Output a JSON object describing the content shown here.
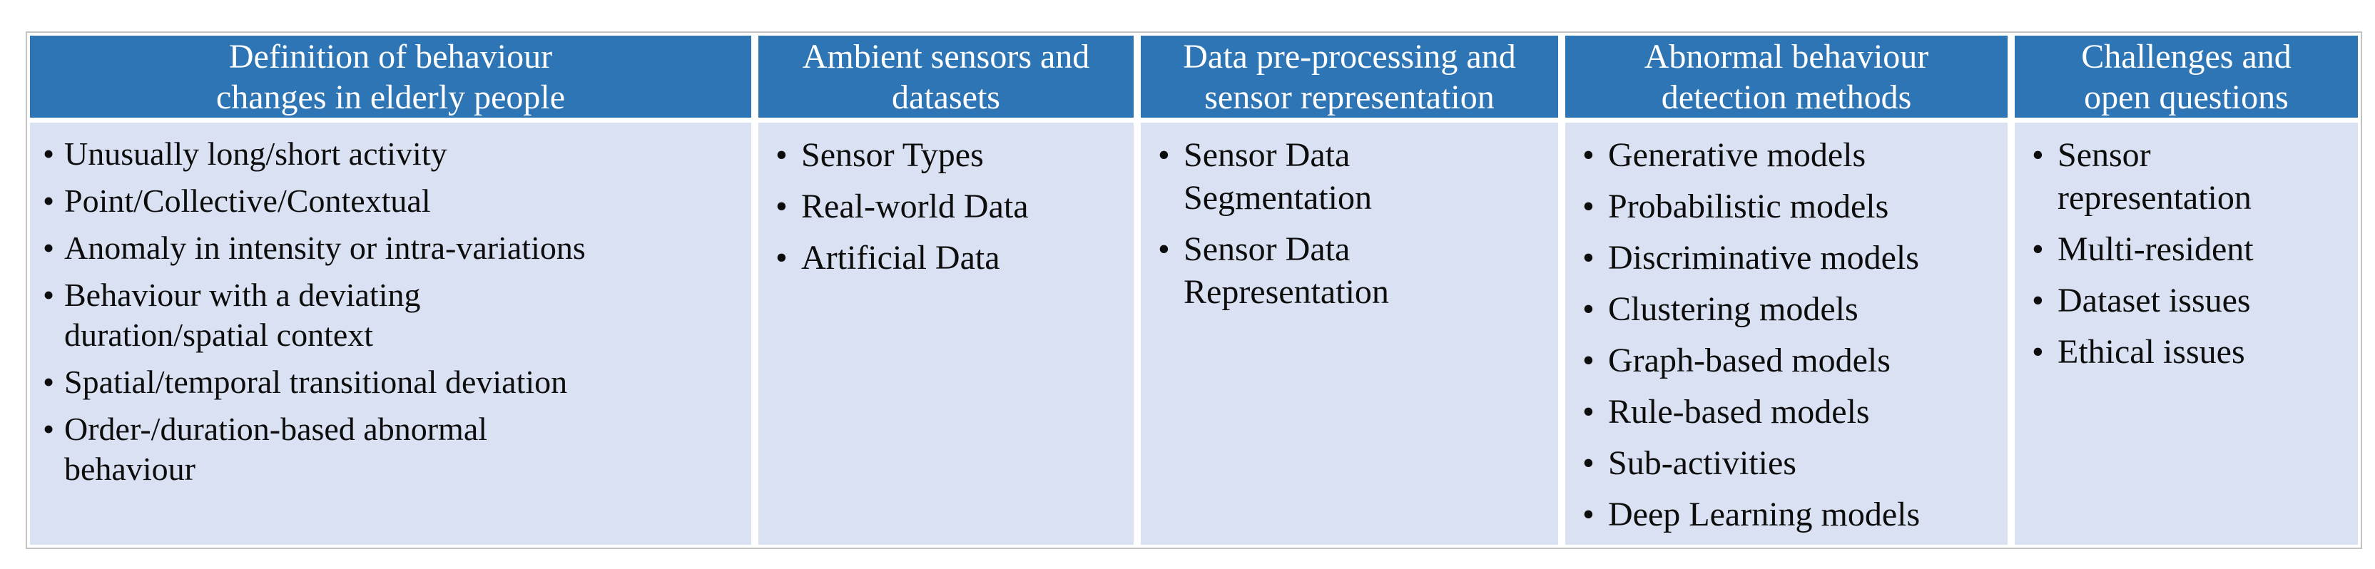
{
  "table": {
    "bullet": "•",
    "colors": {
      "header_bg": "#2E75B5",
      "header_text": "#FFFFFF",
      "body_bg": "#D9E1F2",
      "body_text": "#0D0D0D",
      "outer_border": "#C4C4C4"
    },
    "columns": [
      {
        "header": "Definition of behaviour\nchanges in elderly people",
        "items": [
          "Unusually long/short activity",
          "Point/Collective/Contextual",
          "Anomaly in intensity or intra-variations",
          "Behaviour with a deviating\nduration/spatial context",
          "Spatial/temporal transitional deviation",
          "Order-/duration-based abnormal\nbehaviour"
        ]
      },
      {
        "header": "Ambient sensors and\ndatasets",
        "items": [
          "Sensor Types",
          "Real-world Data",
          "Artificial Data"
        ]
      },
      {
        "header": "Data pre-processing and\nsensor representation",
        "items": [
          "Sensor Data\nSegmentation",
          "Sensor Data\nRepresentation"
        ]
      },
      {
        "header": "Abnormal behaviour\ndetection methods",
        "items": [
          "Generative models",
          "Probabilistic models",
          "Discriminative models",
          "Clustering models",
          "Graph-based models",
          "Rule-based models",
          "Sub-activities",
          "Deep Learning models"
        ]
      },
      {
        "header": "Challenges and\nopen questions",
        "items": [
          "Sensor\nrepresentation",
          "Multi-resident",
          "Dataset issues",
          "Ethical issues"
        ]
      }
    ]
  }
}
